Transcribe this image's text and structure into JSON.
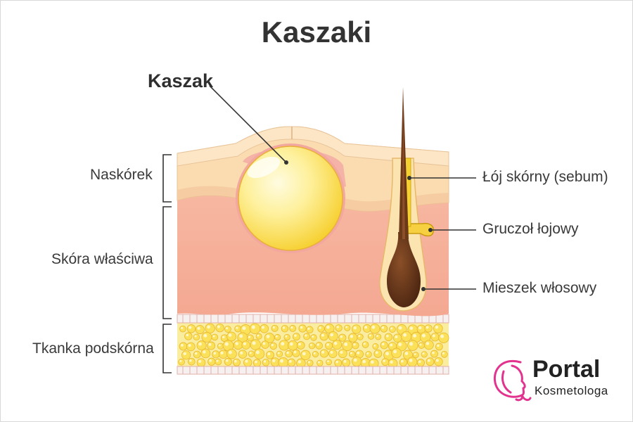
{
  "title": "Kaszaki",
  "labels": {
    "kaszak": "Kaszak",
    "naskorek": "Naskórek",
    "skora_wlasciwa": "Skóra właściwa",
    "tkanka_podskorna": "Tkanka podskórna",
    "loj_skorny": "Łój skórny (sebum)",
    "gruczol_lojowy": "Gruczoł łojowy",
    "mieszek_wlosowy": "Mieszek włosowy"
  },
  "logo": {
    "name": "Portal",
    "subtitle": "Kosmetologa",
    "icon": "woman-profile-icon",
    "color": "#e2338f"
  },
  "colors": {
    "epidermis": "#fbdcb0",
    "dermis": "#f8b8a0",
    "subcutis": "#f7e17a",
    "cyst": "#fde36a",
    "sebum": "#f0c820",
    "follicle_bulb": "#6a3a1c"
  }
}
